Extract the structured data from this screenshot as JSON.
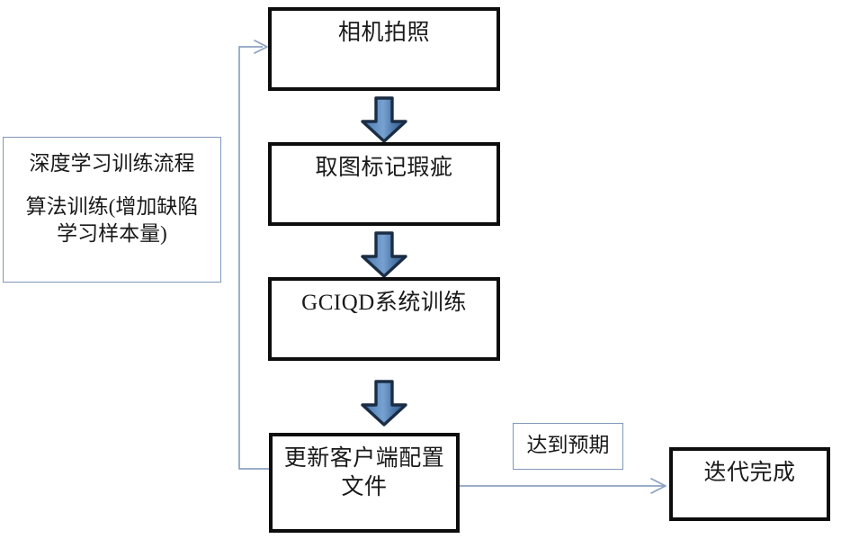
{
  "diagram": {
    "title_note": {
      "line1": "深度学习训练流程",
      "line2": "算法训练(增加缺陷\n学习样本量)"
    },
    "steps": [
      {
        "id": "step-1",
        "label": "相机拍照"
      },
      {
        "id": "step-2",
        "label": "取图标记瑕疵"
      },
      {
        "id": "step-3",
        "label": "GCIQD系统训练"
      },
      {
        "id": "step-4",
        "label": "更新客户端配置\n文件"
      }
    ],
    "condition_label": "达到预期",
    "terminal": {
      "id": "terminal-done",
      "label": "迭代完成"
    },
    "colors": {
      "box_border": "#0d0d0d",
      "note_border": "#8098b8",
      "connector": "#8ba2c0",
      "arrow_outline": "#1f3248",
      "arrow_fill_light": "#6b93c4",
      "arrow_fill_mid": "#4a77ac",
      "arrow_fill_dark": "#2f5a8c",
      "text": "#1a1a1a",
      "background": "#ffffff"
    },
    "icons": {
      "down_arrow": "block-arrow-down-icon",
      "flow_arrow": "line-arrow-icon"
    }
  }
}
